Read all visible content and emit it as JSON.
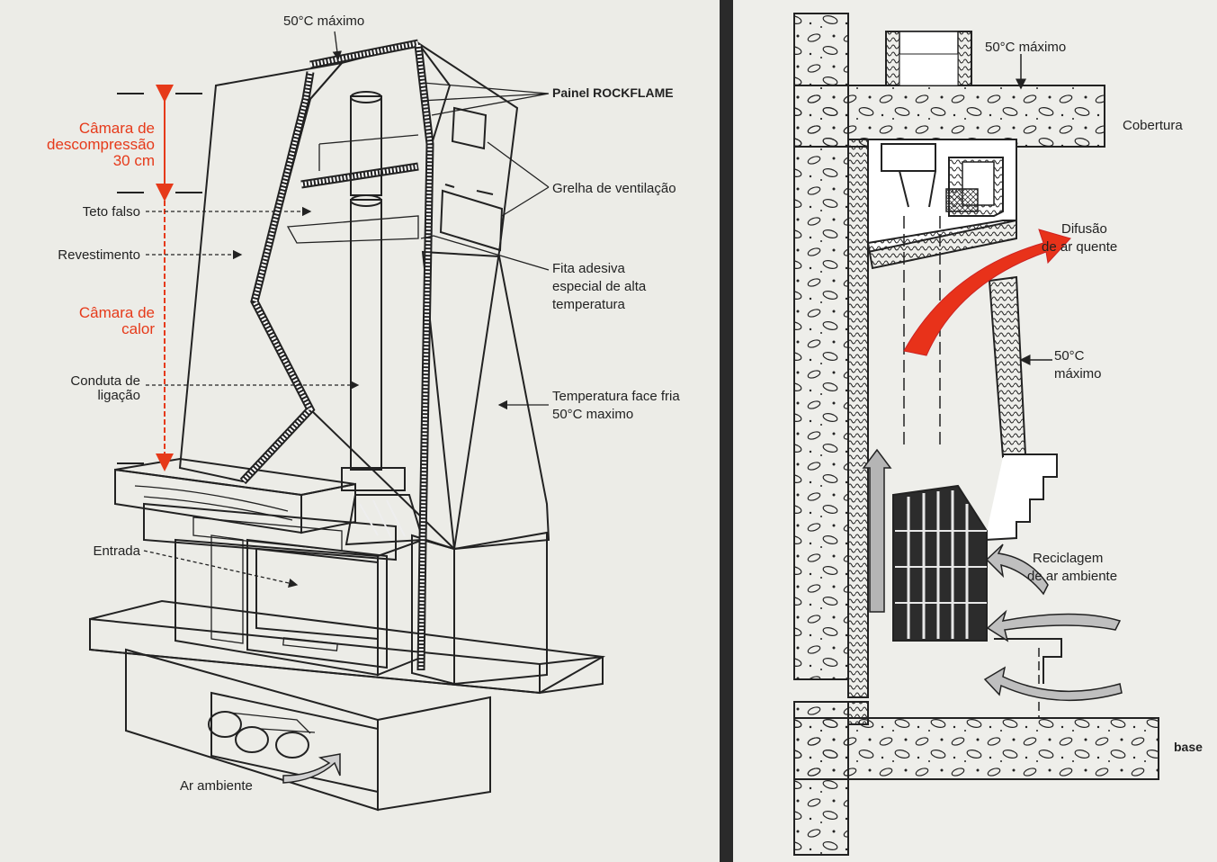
{
  "left_diagram": {
    "labels": {
      "top_temp": "50°C  máximo",
      "decomp_line1": "Câmara de",
      "decomp_line2": "descompressão",
      "decomp_line3": "30 cm",
      "false_ceiling": "Teto falso",
      "cladding": "Revestimento",
      "heat_line1": "Câmara de",
      "heat_line2": "calor",
      "duct_line1": "Conduta de",
      "duct_line2": "ligação",
      "entrance": "Entrada",
      "ambient_air": "Ar ambiente",
      "panel": "Painel ROCKFLAME",
      "vent_grille": "Grelha de ventilação",
      "tape_line1": "Fita adesiva",
      "tape_line2": "especial de alta",
      "tape_line3": "temperatura",
      "cold_line1": "Temperatura face fria",
      "cold_line2": "50°C maximo"
    },
    "colors": {
      "accent": "#e63a1a",
      "ink": "#222222",
      "paper": "#ecece7"
    }
  },
  "right_diagram": {
    "labels": {
      "top_temp": "50°C  máximo",
      "roof": "Cobertura",
      "hot_air_line1": "Difusão",
      "hot_air_line2": "de ar quente",
      "side_temp_line1": "50°C",
      "side_temp_line2": "máximo",
      "recycle_line1": "Reciclagem",
      "recycle_line2": "de ar ambiente",
      "base": "base"
    },
    "colors": {
      "arrow_hot": "#e8321a",
      "arrow_gray": "#9a9a9a"
    }
  }
}
